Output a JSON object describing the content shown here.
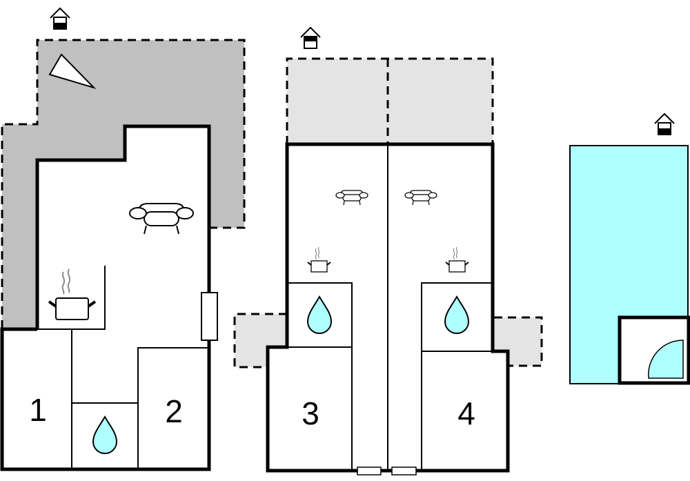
{
  "floorplan": {
    "title": "",
    "colors": {
      "terrace_dark": "#c0c0c0",
      "terrace_light": "#e4e4e4",
      "water": "#b0ffff",
      "wall": "#000000",
      "background": "#ffffff"
    },
    "buildings": [
      {
        "id": "house-a",
        "floor_indicator": "ground-floor",
        "rooms": [
          {
            "label": "1",
            "type": "bedroom"
          },
          {
            "label": "2",
            "type": "bedroom"
          }
        ],
        "features": [
          "terrace",
          "sunbed",
          "living-room-sofa",
          "kitchen",
          "bathroom",
          "window"
        ]
      },
      {
        "id": "house-b",
        "floor_indicator": "upper-floor",
        "rooms": [
          {
            "label": "3",
            "type": "bedroom"
          },
          {
            "label": "4",
            "type": "bedroom"
          }
        ],
        "features": [
          "terraces",
          "living-room-sofas",
          "kitchens",
          "bathrooms",
          "windows"
        ]
      },
      {
        "id": "pool",
        "floor_indicator": "ground-floor",
        "rooms": [],
        "features": [
          "swimming-pool",
          "pool-steps"
        ]
      }
    ]
  }
}
